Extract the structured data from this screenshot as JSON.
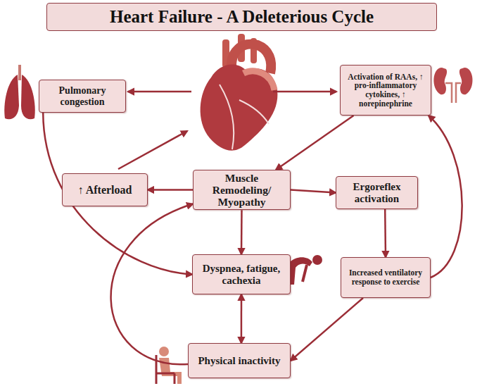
{
  "diagram": {
    "title": "Heart Failure - A Deleterious Cycle",
    "nodes": [
      {
        "text": [
          "Pulmonary congestion"
        ]
      },
      {
        "text": [
          "Activation of RAAs, ↑ pro-inflammatory cytokines, ↑ norepinephrine"
        ]
      },
      {
        "text": [
          "↑ Afterload"
        ]
      },
      {
        "text": [
          "Muscle Remodeling/ Myopathy"
        ]
      },
      {
        "text": [
          "Ergoreflex activation"
        ]
      },
      {
        "text": [
          "Dyspnea, fatigue, cachexia"
        ]
      },
      {
        "text": [
          "Increased ventilatory response to exercise"
        ]
      },
      {
        "text": [
          "Physical inactivity"
        ]
      }
    ],
    "edges": [
      {
        "from": 1,
        "to": 3,
        "arrow": "to"
      },
      {
        "from": 3,
        "to": 2,
        "arrow": "to"
      },
      {
        "from": 3,
        "to": 4,
        "arrow": "to"
      },
      {
        "from": 3,
        "to": 5,
        "arrow": "to"
      },
      {
        "from": 0,
        "to": 5,
        "arrow": "to"
      },
      {
        "from": 4,
        "to": 6,
        "arrow": "to"
      },
      {
        "from": 5,
        "to": 7,
        "arrow": "both"
      },
      {
        "from": 6,
        "to": 7,
        "arrow": "to"
      },
      {
        "from": 6,
        "to": 1,
        "arrow": "to"
      },
      {
        "from": 7,
        "to": 3,
        "arrow": "to"
      }
    ]
  }
}
